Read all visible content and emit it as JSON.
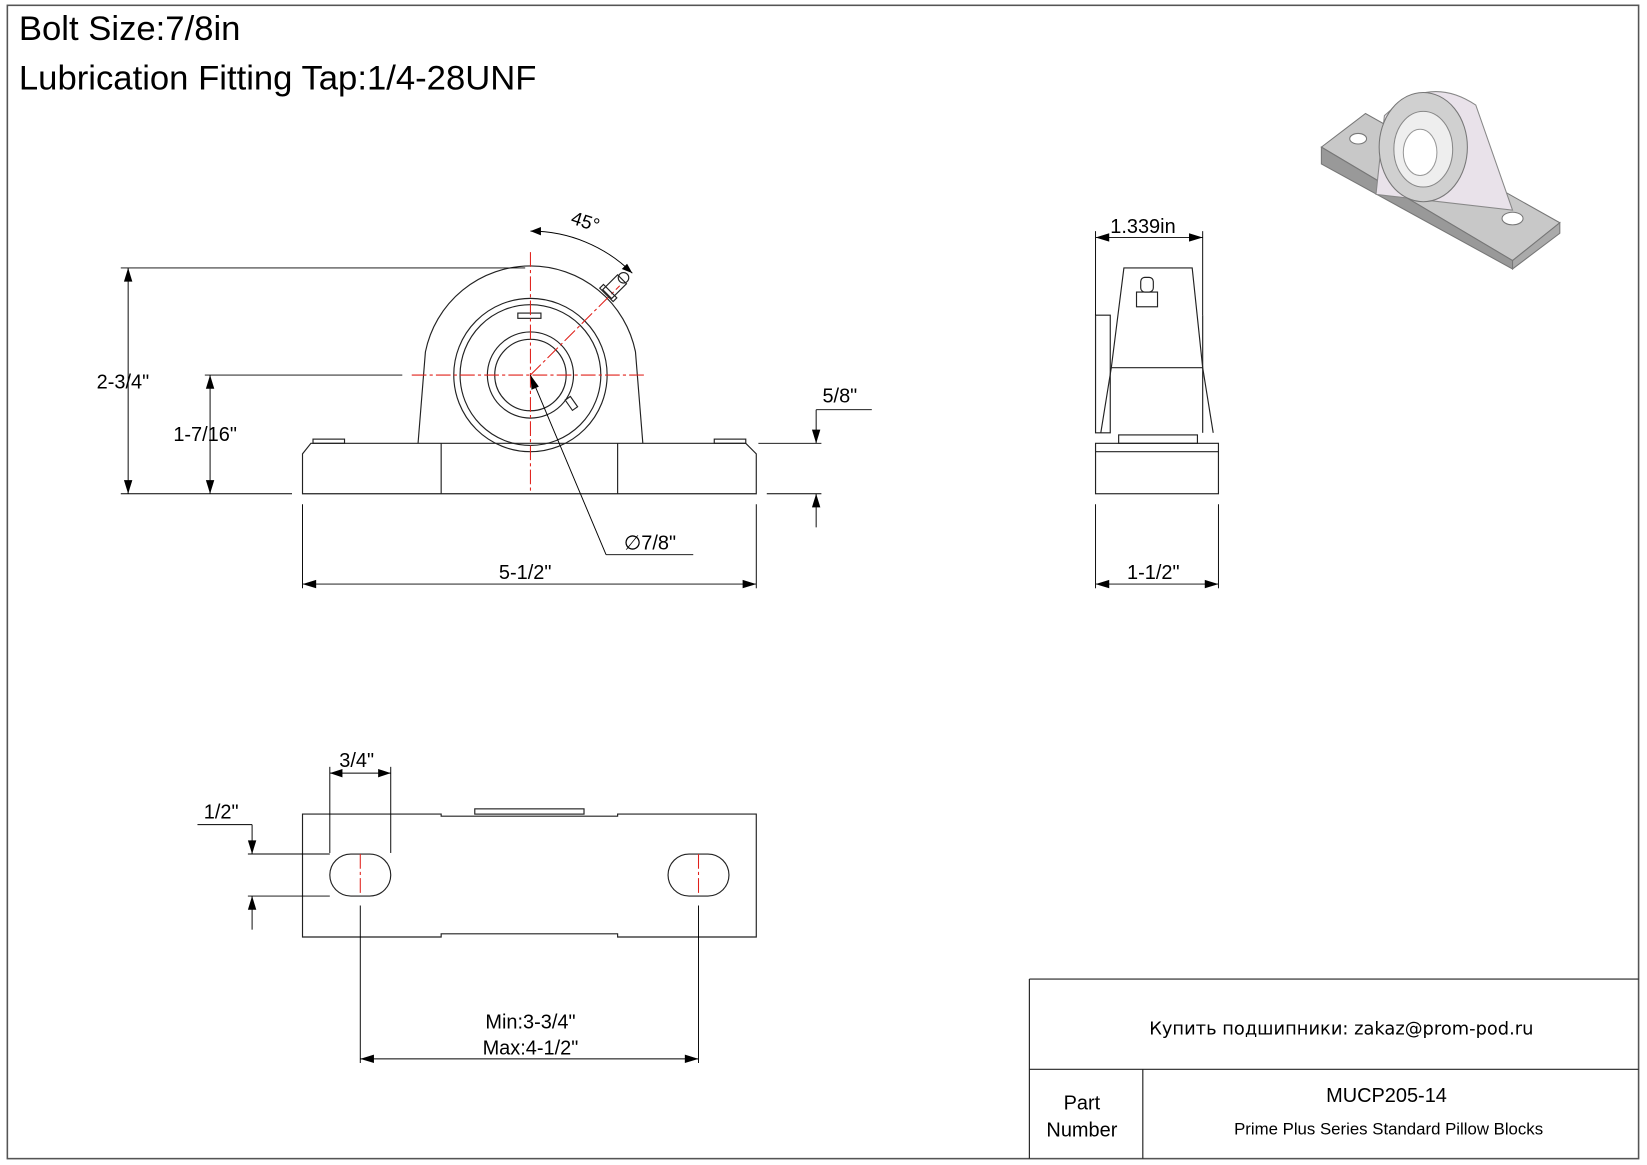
{
  "header": {
    "bolt_size": "Bolt Size:7/8in",
    "lubrication_fitting": "Lubrication Fitting Tap:1/4-28UNF"
  },
  "front_view": {
    "angle": "45°",
    "overall_height": "2-3/4\"",
    "shaft_center_height": "1-7/16\"",
    "base_thickness": "5/8\"",
    "bore_diameter": "∅7/8\"",
    "overall_length": "5-1/2\""
  },
  "side_view": {
    "insert_width": "1.339in",
    "base_width": "1-1/2\""
  },
  "bottom_view": {
    "slot_length": "3/4\"",
    "slot_width": "1/2\"",
    "bolt_spacing_min": "Min:3-3/4\"",
    "bolt_spacing_max": "Max:4-1/2\""
  },
  "title_block": {
    "contact": "Купить подшипники: zakaz@prom-pod.ru",
    "part_label_line1": "Part",
    "part_label_line2": "Number",
    "part_number": "MUCP205-14",
    "description": "Prime Plus Series Standard Pillow Blocks"
  },
  "colors": {
    "centerline": "#e0201a",
    "line": "#222222"
  }
}
